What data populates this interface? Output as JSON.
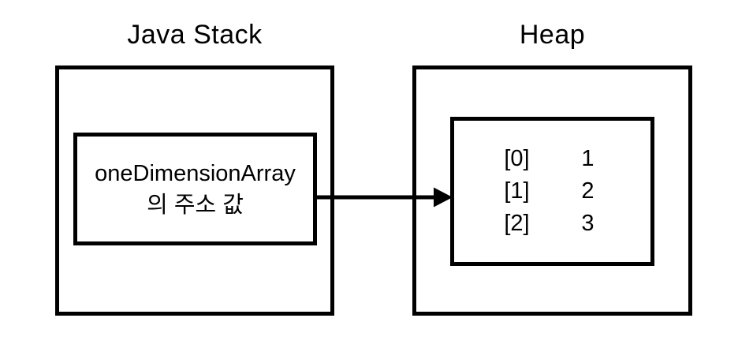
{
  "stack": {
    "title": "Java Stack",
    "variable": {
      "line1": "oneDimensionArray",
      "line2": "의 주소 값"
    }
  },
  "heap": {
    "title": "Heap",
    "array": {
      "rows": [
        {
          "index": "[0]",
          "value": "1"
        },
        {
          "index": "[1]",
          "value": "2"
        },
        {
          "index": "[2]",
          "value": "3"
        }
      ]
    }
  },
  "arrow": {
    "meaning": "reference-from-stack-variable-to-heap-array",
    "direction": "right"
  },
  "colors": {
    "background": "#ffffff",
    "stroke": "#000000",
    "text": "#000000"
  }
}
